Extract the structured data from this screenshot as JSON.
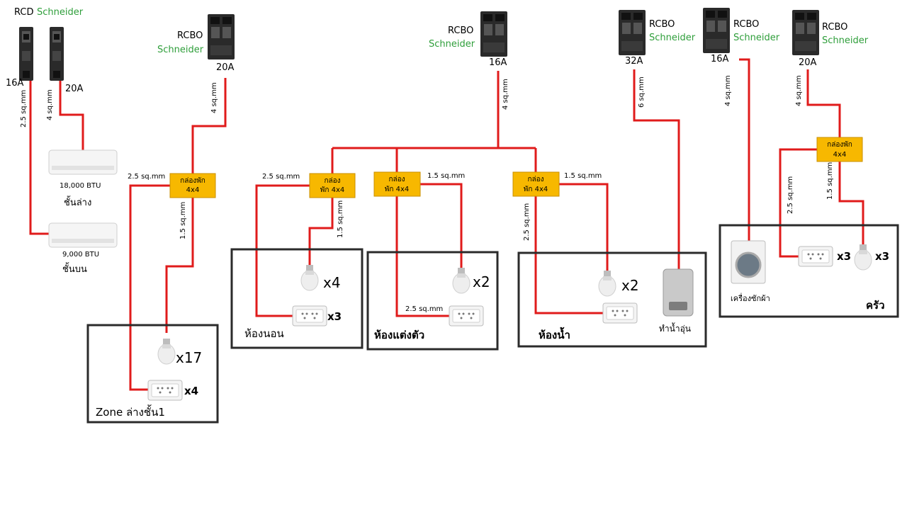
{
  "breakers": {
    "rcd_label": "RCD",
    "brand": "Schneider",
    "rcbo_label": "RCBO",
    "rcd_a_rating": "16A",
    "rcd_b_rating": "20A",
    "rcbo1_rating": "20A",
    "rcbo2_rating": "16A",
    "rcbo3_rating": "32A",
    "rcbo4_rating": "16A",
    "rcbo5_rating": "20A"
  },
  "wires": {
    "w_2_5": "2.5 sq.mm",
    "w_4": "4 sq.mm",
    "w_1_5": "1.5 sq.mm",
    "w_6": "6 sq.mm"
  },
  "junction": {
    "label_a1": "กล่องพัก",
    "label_a2": "4x4",
    "label_b1": "กล่อง",
    "label_b2": "พัก 4x4",
    "label_c1": "กล่อง",
    "label_c2": "พัก 4x4",
    "label_d1": "กล่อง",
    "label_d2": "พัก 4x4",
    "label_e1": "กล่องพัก",
    "label_e2": "4x4"
  },
  "aircon": {
    "ac1_btu": "18,000 BTU",
    "ac1_floor": "ชั้นล่าง",
    "ac2_btu": "9,000 BTU",
    "ac2_floor": "ชั้นบน"
  },
  "zones": {
    "zone1": {
      "name": "Zone ล่างชั้น1",
      "lamps": "x17",
      "outlets": "x4"
    },
    "bedroom": {
      "name": "ห้องนอน",
      "lamps": "x4",
      "outlets": "x3"
    },
    "dressing": {
      "name": "ห้องแต่งตัว",
      "lamps": "x2"
    },
    "bathroom": {
      "name": "ห้องน้ำ",
      "lamps": "x2",
      "heater": "ทำน้ำอุ่น"
    },
    "kitchen": {
      "name": "ครัว",
      "washer": "เครื่องซักผ้า",
      "outlets": "x3",
      "lamps": "x3"
    }
  },
  "colors": {
    "wire": "#e01b1b",
    "junction_box": "#f7b800",
    "brand": "#2e9e3a"
  }
}
